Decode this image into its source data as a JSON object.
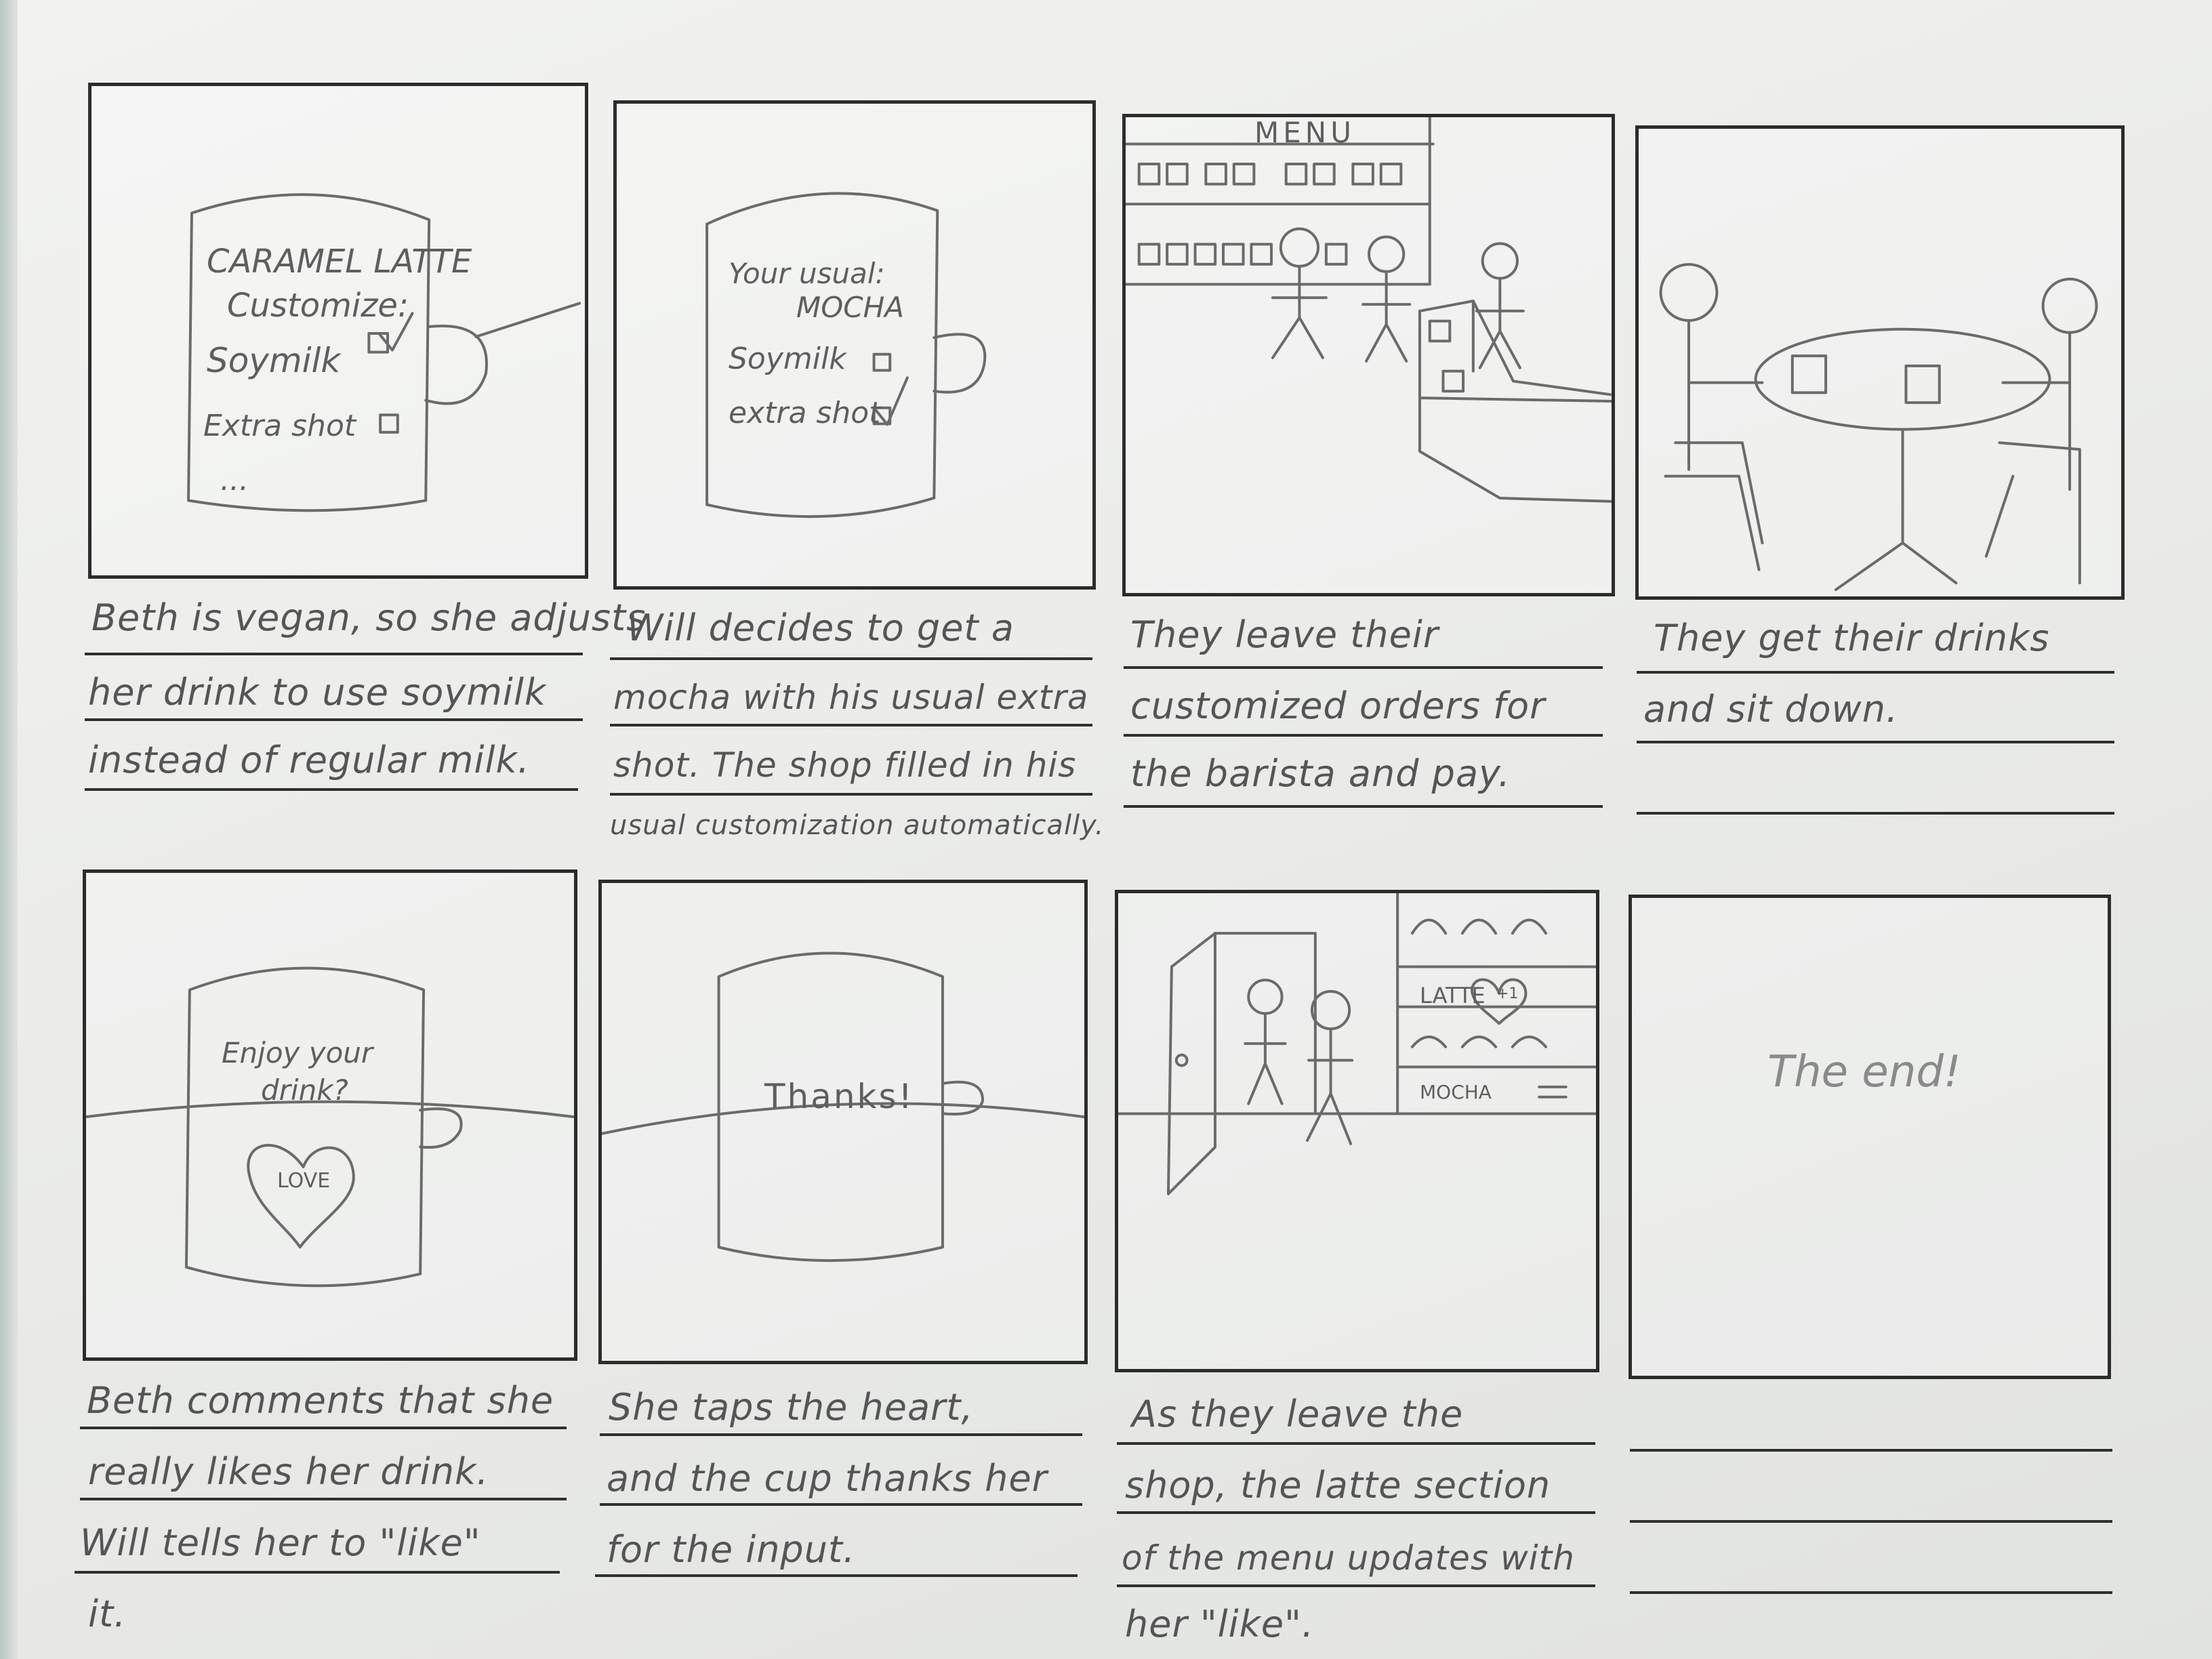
{
  "panels": [
    {
      "cup_lines": [
        "CARAMEL LATTE",
        "Customize:",
        "Soymilk",
        "Extra shot",
        "..."
      ],
      "caption": [
        "Beth is vegan, so she adjusts",
        "her drink to use soymilk",
        "instead of regular milk."
      ]
    },
    {
      "cup_lines": [
        "Your usual:",
        "MOCHA",
        "Soymilk",
        "extra shot"
      ],
      "caption": [
        "Will decides to get a",
        "mocha with his usual extra",
        "shot. The shop filled in his",
        "usual customization automatically."
      ]
    },
    {
      "menu_title": "MENU",
      "caption": [
        "They leave their",
        "customized orders for",
        "the barista and pay."
      ]
    },
    {
      "caption": [
        "They get their drinks",
        "and sit down."
      ]
    },
    {
      "cup_lines": [
        "Enjoy your",
        "drink?"
      ],
      "heart_label": "LOVE",
      "caption": [
        "Beth comments that she",
        "really likes her drink.",
        "Will tells her to \"like\"",
        "it."
      ]
    },
    {
      "cup_lines": [
        "Thanks!"
      ],
      "caption": [
        "She taps the heart,",
        "and the cup thanks her",
        "for the input."
      ]
    },
    {
      "menu_latte": "LATTE",
      "menu_latte_badge": "+1",
      "menu_mocha": "MOCHA",
      "caption": [
        "As they leave the",
        "shop, the latte section",
        "of the menu updates with",
        "her \"like\"."
      ]
    },
    {
      "center_text": "The end!",
      "caption": []
    }
  ]
}
